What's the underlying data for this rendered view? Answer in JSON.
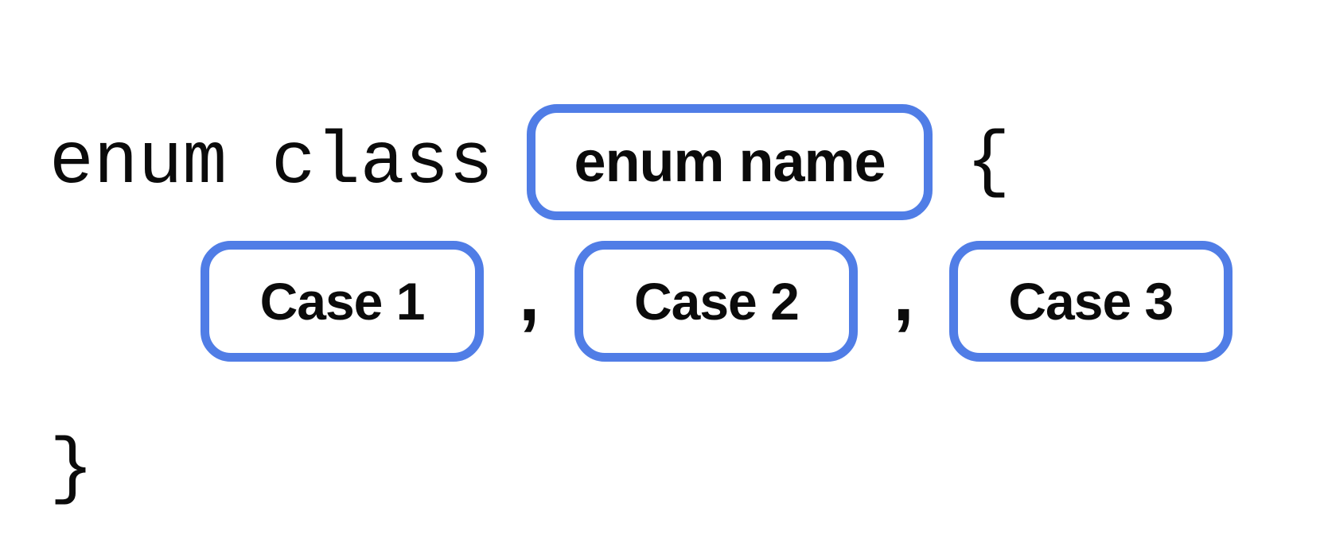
{
  "diagram": {
    "title_hint": "enum class syntax diagram",
    "keyword": "enum class",
    "open_brace": "{",
    "close_brace": "}",
    "enum_name_label": "enum name",
    "separator": ",",
    "cases": [
      "Case 1",
      "Case 2",
      "Case 3"
    ],
    "colors": {
      "box_border": "#507DE6",
      "text": "#0B0B0B",
      "background": "#FFFFFF"
    }
  }
}
